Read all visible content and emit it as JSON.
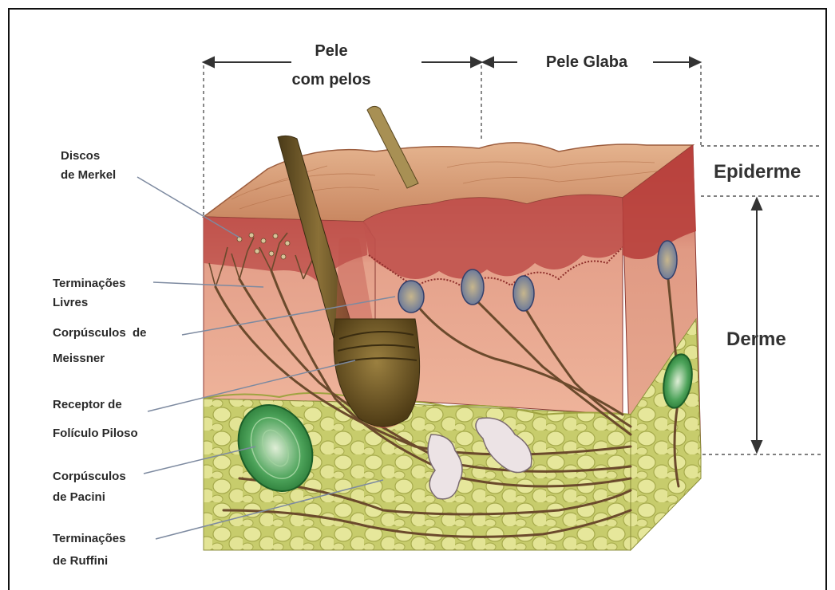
{
  "diagram": {
    "top_labels": {
      "hairy_skin_line1": "Pele",
      "hairy_skin_line2": "com pelos",
      "glabrous_skin": "Pele Glaba"
    },
    "layer_labels": {
      "epidermis": "Epiderme",
      "dermis": "Derme"
    },
    "receptor_labels": {
      "merkel_line1": "Discos",
      "merkel_line2": "de Merkel",
      "free_line1": "Terminações",
      "free_line2": "Livres",
      "meissner_line1": "Corpúsculos  de",
      "meissner_line2": "Meissner",
      "follicle_line1": "Receptor de",
      "follicle_line2": "Folículo Piloso",
      "pacini_line1": "Corpúsculos",
      "pacini_line2": "de Pacini",
      "ruffini_line1": "Terminações",
      "ruffini_line2": "de Ruffini"
    }
  },
  "colors": {
    "epidermis_top": "#d9a07a",
    "dermis": "#e9a98e",
    "dermis_dark": "#b9524d",
    "fat": "#cfd47a",
    "fat_cell": "#e8e89a",
    "hair": "#6b5426",
    "nerve": "#6b4a2c",
    "pacini": "#2e8a3f",
    "meissner": "#6e7fa6"
  }
}
